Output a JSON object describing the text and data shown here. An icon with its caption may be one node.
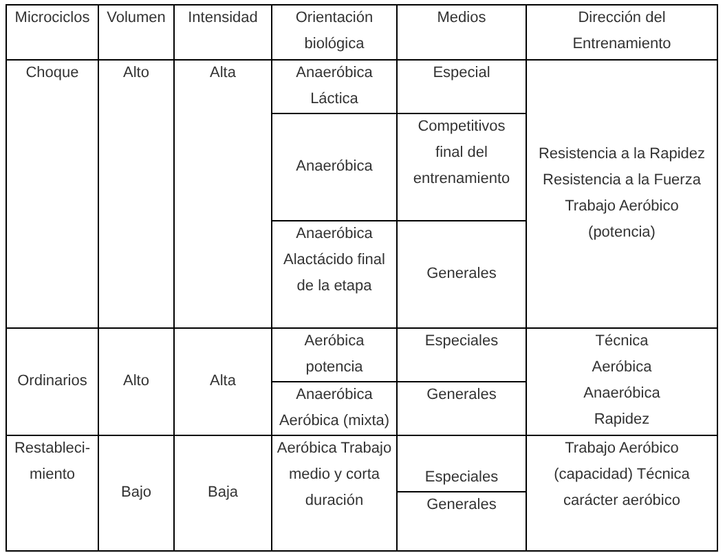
{
  "diagram": {
    "labels": [
      "Microciclos",
      "Volumen",
      "Intensidad",
      "Orientación biológica",
      "Medios",
      "Dirección del Entrenamiento",
      "Choque",
      "Alto",
      "Alta",
      "Anaeróbica Láctica",
      "Especial",
      "Resistencia a la Rapidez Resistencia a la Fuerza Trabajo Aeróbico (potencia)",
      "Anaeróbica",
      "Competitivos final del entrenamiento",
      "Anaeróbica Alactácido final de la etapa",
      "Generales",
      "Ordinarios",
      "Alto",
      "Alta",
      "Aeróbica potencia",
      "Especiales",
      "Técnica Aeróbica Anaeróbica Rapidez",
      "Anaeróbica Aeróbica (mixta)",
      "Generales",
      "Restableci- miento",
      "Bajo",
      "Baja",
      "Aeróbica Trabajo medio y corta duración",
      "Especiales",
      "Trabajo Aeróbico (capacidad) Técnica carácter aeróbico",
      "Generales"
    ]
  }
}
